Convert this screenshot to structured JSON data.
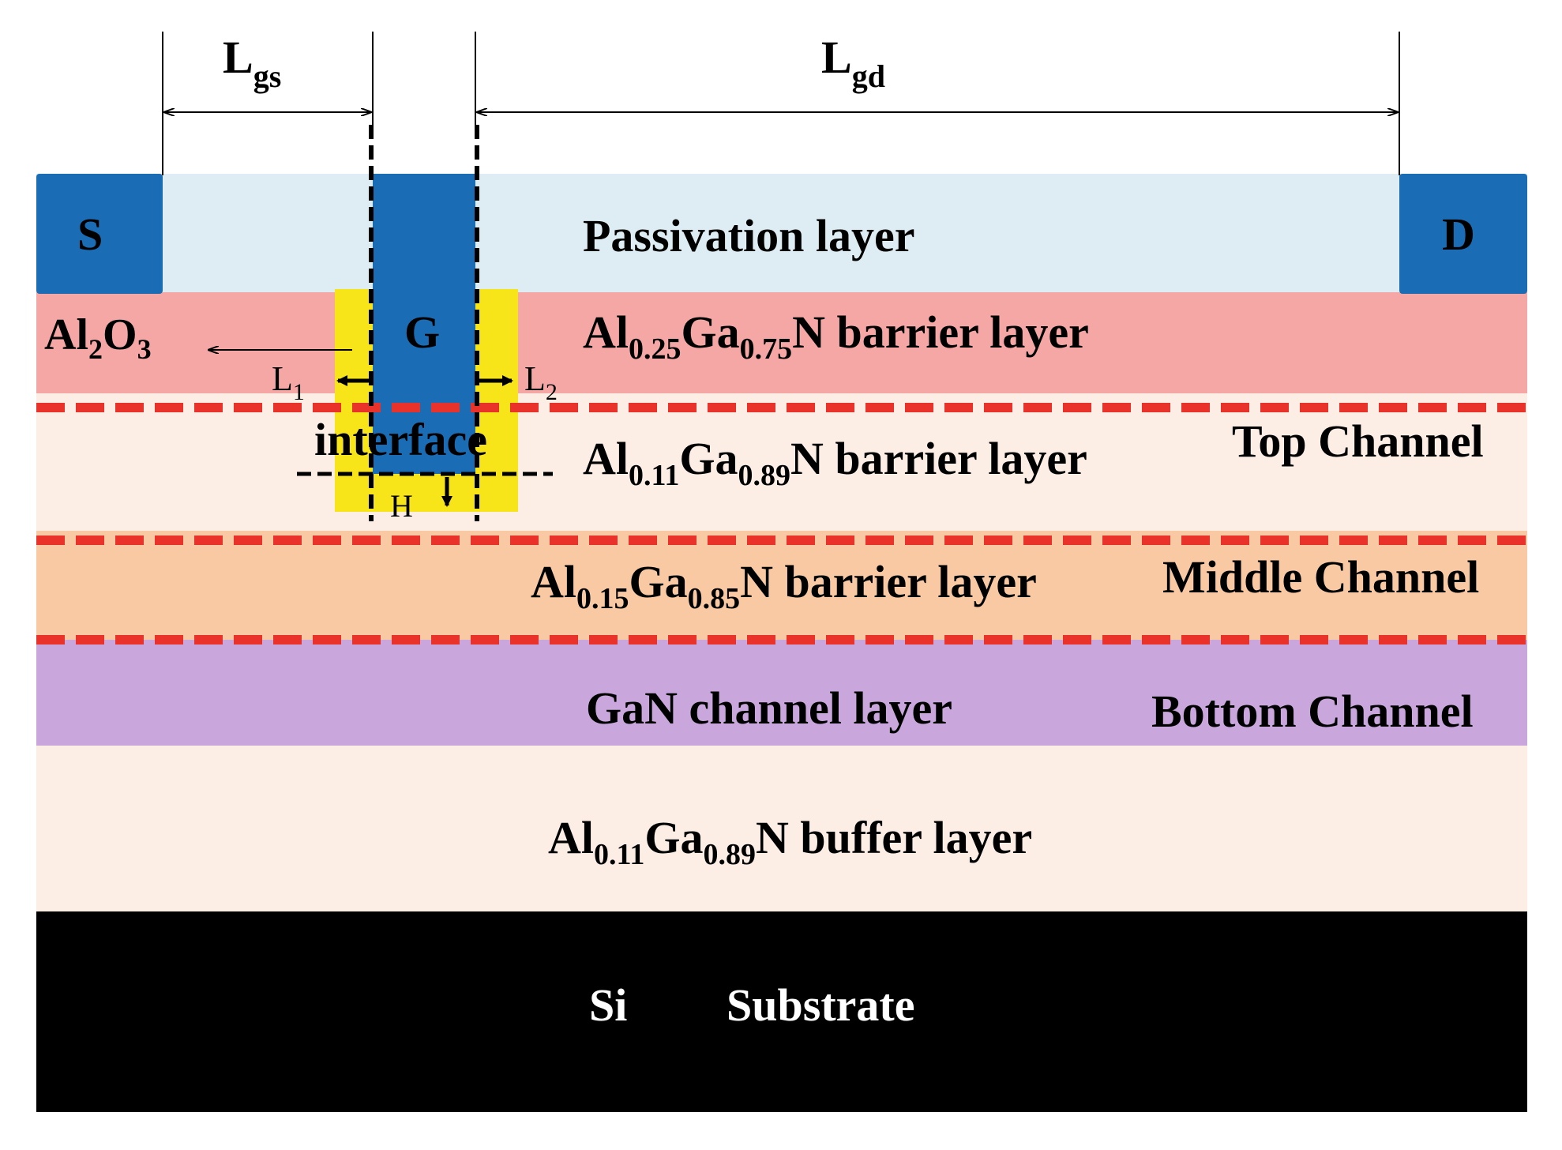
{
  "colors": {
    "metal": "#1a6db5",
    "passivation": "#deedf3",
    "barrier_top": "#f5a7a5",
    "barrier_011": "#fdeee5",
    "barrier_015": "#f9c9a3",
    "gan": "#c9a7dc",
    "buffer": "#fdeee5",
    "substrate": "#000000",
    "al2o3": "#f7e51a",
    "dashed_channel": "#e8322a"
  },
  "dimensions": {
    "lgs": {
      "main": "L",
      "sub": "gs"
    },
    "lgd": {
      "main": "L",
      "sub": "gd"
    },
    "l1": {
      "main": "L",
      "sub": "1"
    },
    "l2": {
      "main": "L",
      "sub": "2"
    },
    "h": "H",
    "interface": "interface"
  },
  "contacts": {
    "source": "S",
    "drain": "D",
    "gate": "G"
  },
  "al2o3": {
    "e1": "Al",
    "s1": "2",
    "e2": "O",
    "s2": "3"
  },
  "layers": {
    "passivation": "Passivation  layer",
    "barrier_025": {
      "el1": "Al",
      "sub1": "0.25",
      "el2": "Ga",
      "sub2": "0.75",
      "rest": "N  barrier  layer"
    },
    "barrier_011": {
      "el1": "Al",
      "sub1": "0.11",
      "el2": "Ga",
      "sub2": "0.89",
      "rest": "N  barrier  layer"
    },
    "barrier_015": {
      "el1": "Al",
      "sub1": "0.15",
      "el2": "Ga",
      "sub2": "0.85",
      "rest": "N  barrier layer"
    },
    "gan_channel": "GaN channel layer",
    "buffer": {
      "el1": "Al",
      "sub1": "0.11",
      "el2": "Ga",
      "sub2": "0.89",
      "rest": "N  buffer  layer"
    },
    "substrate_si": "Si",
    "substrate_label": "Substrate"
  },
  "channels": {
    "top": "Top  Channel",
    "middle": "Middle Channel",
    "bottom": "Bottom Channel"
  }
}
